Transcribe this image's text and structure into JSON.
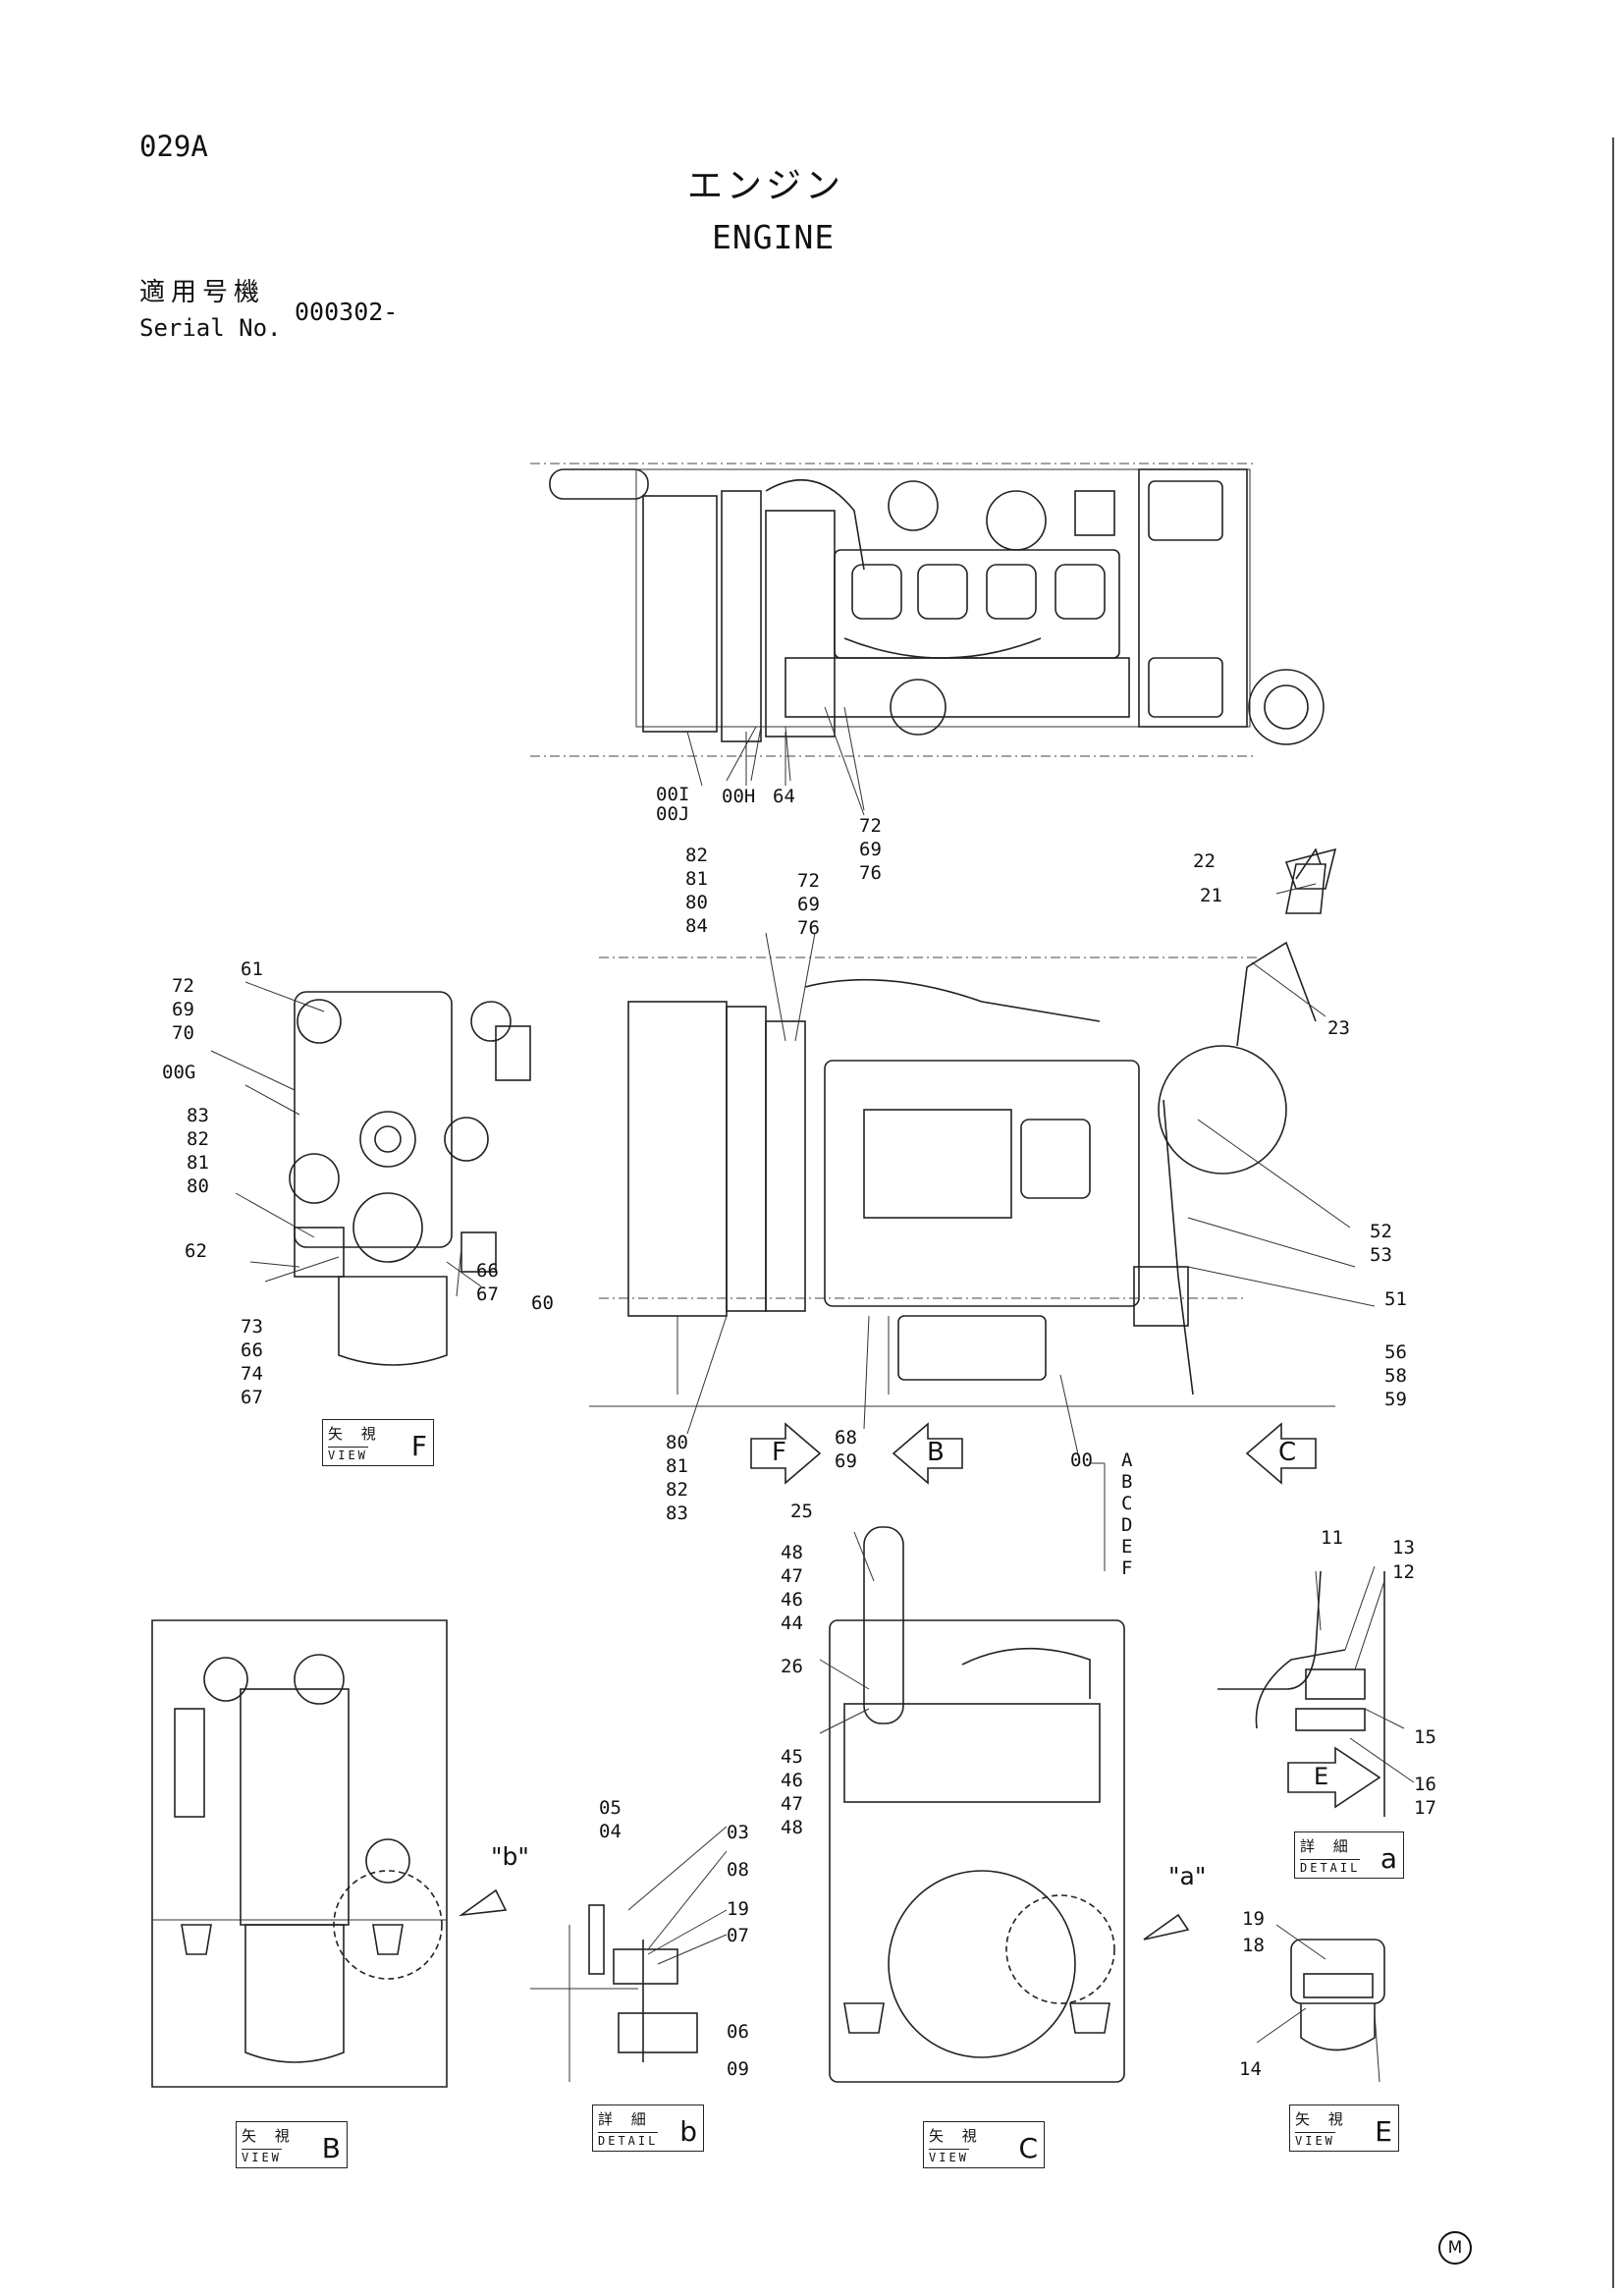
{
  "header": {
    "page_code": "029A",
    "title_ja": "エンジン",
    "title_en": "ENGINE",
    "serial_label_ja": "適用号機",
    "serial_label_en": "Serial No.",
    "serial_value": "000302-"
  },
  "views": {
    "f": {
      "ja": "矢 視",
      "en": "VIEW",
      "letter": "F"
    },
    "b": {
      "ja": "矢 視",
      "en": "VIEW",
      "letter": "B"
    },
    "c": {
      "ja": "矢 視",
      "en": "VIEW",
      "letter": "C"
    },
    "e": {
      "ja": "矢 視",
      "en": "VIEW",
      "letter": "E"
    },
    "detail_a": {
      "ja": "詳 細",
      "en": "DETAIL",
      "letter": "a"
    },
    "detail_b": {
      "ja": "詳 細",
      "en": "DETAIL",
      "letter": "b"
    }
  },
  "arrows": {
    "f": "F",
    "b": "B",
    "c": "C",
    "e": "E",
    "detail_a_callout": "\"a\"",
    "detail_b_callout": "\"b\""
  },
  "callouts": {
    "top_view": [
      "00I",
      "00J",
      "00H",
      "64",
      "72",
      "69",
      "76"
    ],
    "side_view_upper": [
      "82",
      "81",
      "80",
      "84",
      "72",
      "69",
      "76",
      "22",
      "21",
      "23"
    ],
    "side_view_right": [
      "52",
      "53",
      "51",
      "56",
      "58",
      "59"
    ],
    "side_view_bottom": [
      "80",
      "81",
      "82",
      "83",
      "68",
      "69"
    ],
    "assembly": [
      "00",
      "A",
      "B",
      "C",
      "D",
      "E",
      "F"
    ],
    "view_f": [
      "61",
      "72",
      "69",
      "70",
      "00G",
      "83",
      "82",
      "81",
      "80",
      "62",
      "73",
      "66",
      "74",
      "67",
      "66",
      "67",
      "60"
    ],
    "detail_b": [
      "05",
      "04",
      "03",
      "08",
      "19",
      "07",
      "06",
      "09"
    ],
    "view_c": [
      "25",
      "48",
      "47",
      "46",
      "44",
      "26",
      "45",
      "46",
      "47",
      "48"
    ],
    "detail_a": [
      "11",
      "13",
      "12",
      "15",
      "16",
      "17"
    ],
    "view_e": [
      "19",
      "18",
      "14"
    ]
  },
  "footer": {
    "mark": "M"
  }
}
